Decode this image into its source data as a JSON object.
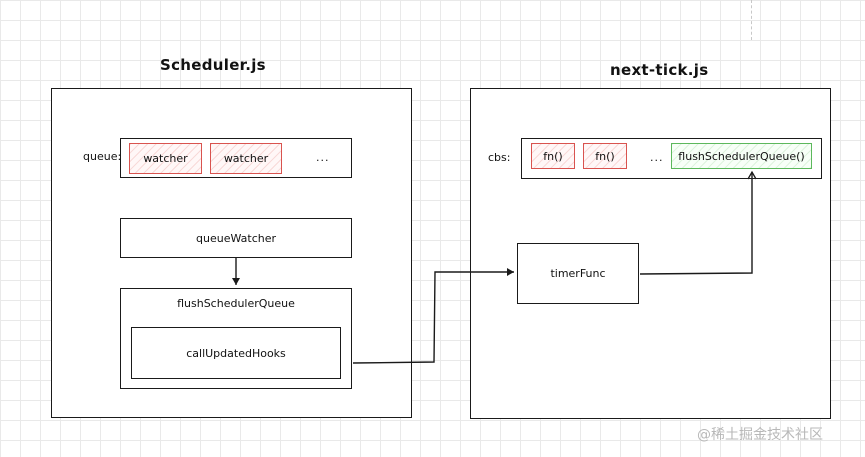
{
  "scheduler": {
    "title": "Scheduler.js",
    "queue_label": "queue:",
    "queue_items": [
      "watcher",
      "watcher"
    ],
    "queue_more": "...",
    "queue_watcher": "queueWatcher",
    "flush_scheduler_queue": "flushSchedulerQueue",
    "call_updated_hooks": "callUpdatedHooks"
  },
  "next_tick": {
    "title": "next-tick.js",
    "cbs_label": "cbs:",
    "cbs_items": [
      "fn()",
      "fn()"
    ],
    "cbs_more": "...",
    "cbs_flush": "flushSchedulerQueue()",
    "timer_func": "timerFunc"
  },
  "watermark": "@稀土掘金技术社区",
  "colors": {
    "watcher_border": "#d9534f",
    "flush_entry_border": "#5cb85c",
    "stroke": "#1a1a1a"
  }
}
